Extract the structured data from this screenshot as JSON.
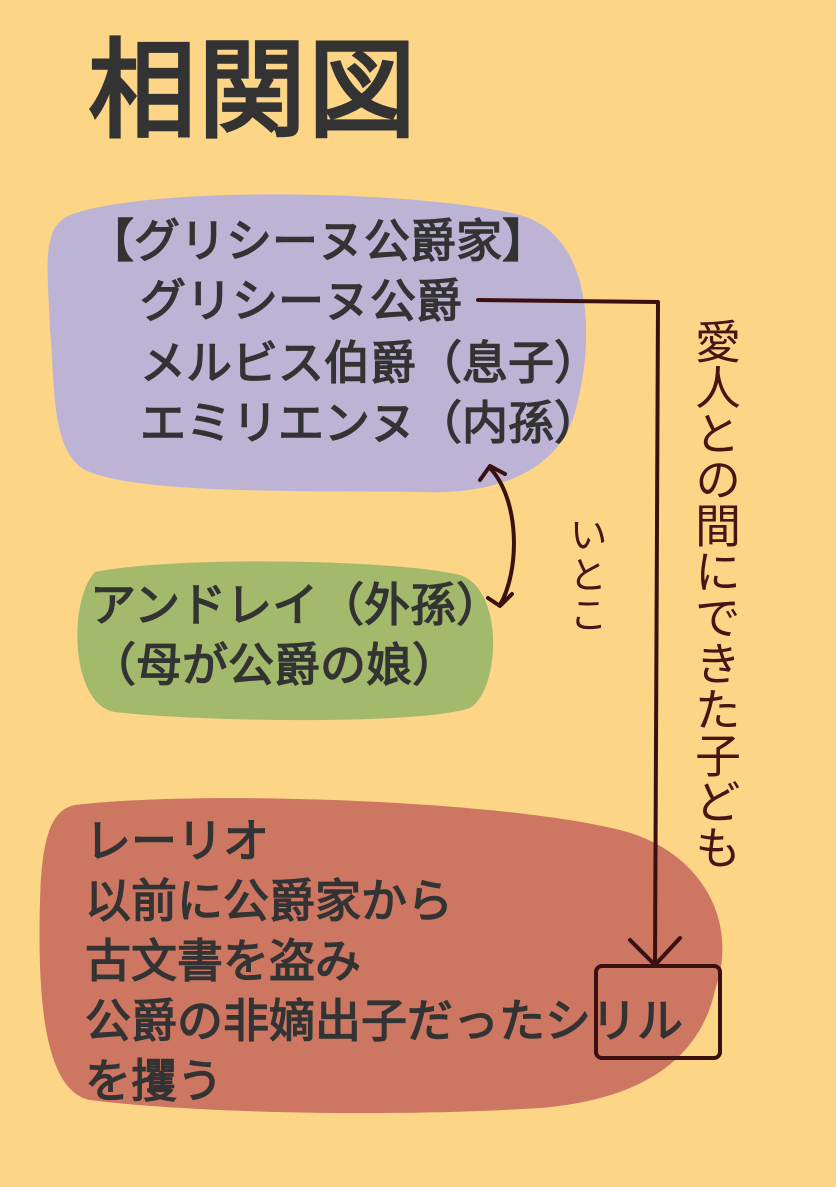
{
  "colors": {
    "background": "#FDD587",
    "family_box": "#BDB3D5",
    "andrei_box": "#A3BA6C",
    "lelio_box": "#CD7762",
    "text": "#333333",
    "annotation": "#4a1414"
  },
  "title": "相関図",
  "family": {
    "header": "【グリシーヌ公爵家】",
    "members": [
      "グリシーヌ公爵",
      "メルビス伯爵（息子）",
      "エミリエンヌ（内孫）"
    ]
  },
  "andrei": {
    "lines": [
      "アンドレイ（外孫）",
      "（母が公爵の娘）"
    ]
  },
  "lelio": {
    "lines": [
      "レーリオ",
      "以前に公爵家から",
      "古文書を盗み",
      "公爵の非嫡出子だった",
      "シリル",
      "を攫う"
    ]
  },
  "annotations": {
    "cousin": "いとこ",
    "illegitimate": "愛人との間にできた子ども"
  }
}
